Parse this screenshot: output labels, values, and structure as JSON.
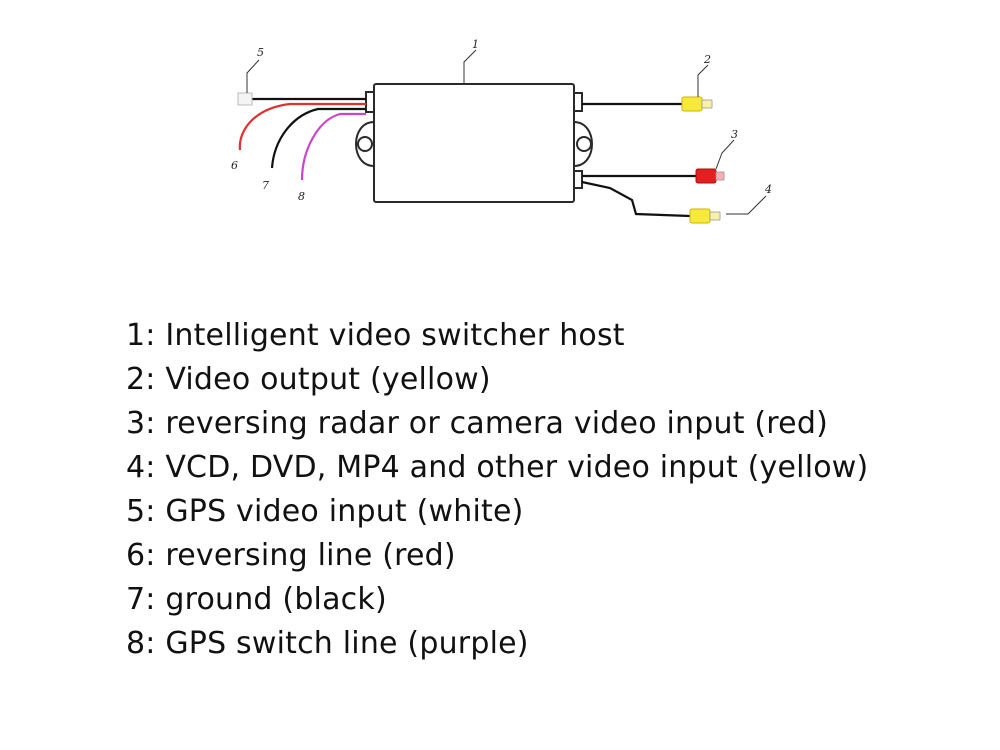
{
  "diagram": {
    "callout_numbers": {
      "host": "1",
      "video_output": "2",
      "camera_input": "3",
      "video_input": "4",
      "gps_input": "5",
      "reversing_line": "6",
      "ground": "7",
      "gps_switch": "8"
    },
    "colors": {
      "outline": "#2a2a2a",
      "yellow": "#f7e93a",
      "red": "#e3201f",
      "white": "#f4f4f4",
      "black_wire": "#111111",
      "red_wire": "#e03030",
      "purple_wire": "#cc44cc"
    }
  },
  "legend": [
    "1: Intelligent video switcher host",
    "2: Video output (yellow)",
    "3: reversing radar or camera video input (red)",
    "4: VCD, DVD, MP4 and other video input (yellow)",
    "5: GPS video input (white)",
    "6: reversing line (red)",
    "7: ground (black)",
    "8: GPS switch line (purple)"
  ]
}
